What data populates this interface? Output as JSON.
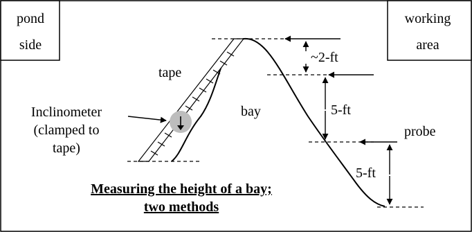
{
  "diagram": {
    "pond_side": [
      "pond",
      "side"
    ],
    "working_area": [
      "working",
      "area"
    ],
    "tape_label": "tape",
    "bay_label": "bay",
    "inclinometer": [
      "Inclinometer",
      "(clamped to",
      "tape)"
    ],
    "dim_top": "~2-ft",
    "dim_mid": "5-ft",
    "dim_low": "5-ft",
    "probe_label": "probe",
    "caption": [
      "Measuring the height of a bay;",
      "two methods"
    ]
  }
}
